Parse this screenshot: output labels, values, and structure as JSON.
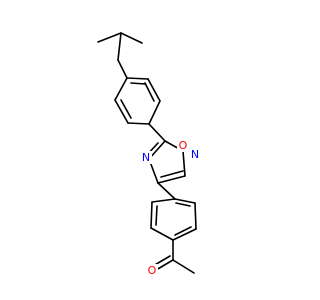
{
  "atoms": {
    "n_left": "N",
    "o_ring": "O",
    "n_right": "N",
    "o_carbonyl": "O"
  },
  "colors": {
    "bond": "#000000",
    "nitrogen": "#0000ff",
    "oxygen": "#ff0000",
    "background": "#ffffff"
  }
}
